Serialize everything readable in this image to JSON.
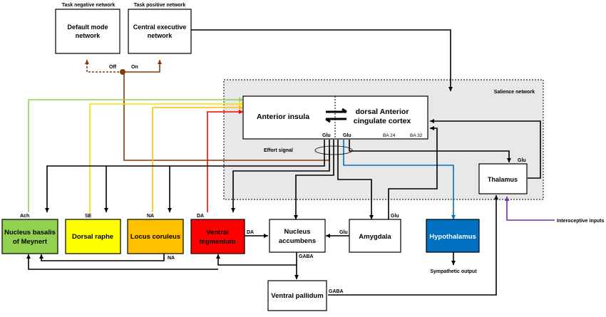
{
  "headers": {
    "task_negative": "Task negative network",
    "task_positive": "Task positive network",
    "salience": "Salience network"
  },
  "nodes": {
    "default_mode": [
      "Default mode",
      "network"
    ],
    "central_executive": [
      "Central executive",
      "network"
    ],
    "anterior_insula": [
      "Anterior insula"
    ],
    "dacc": [
      "dorsal Anterior",
      "cingulate cortex"
    ],
    "thalamus": [
      "Thalamus"
    ],
    "nucleus_basalis": [
      "Nucleus basalis",
      "of Meynert"
    ],
    "dorsal_raphe": [
      "Dorsal raphe"
    ],
    "locus_coruleus": [
      "Locus coruleus"
    ],
    "ventral_tegmentum": [
      "Ventral",
      "tegmentum"
    ],
    "nucleus_accumbens": [
      "Nucleus",
      "accumbens"
    ],
    "amygdala": [
      "Amygdala"
    ],
    "hypothalamus": [
      "Hypothalamus"
    ],
    "ventral_pallidum": [
      "Ventral pallidum"
    ]
  },
  "labels": {
    "off": "Off",
    "on": "On",
    "effort_signal": "Effort signal",
    "glu": "Glu",
    "ba24": "BA 24",
    "ba32": "BA 32",
    "ach": "Ach",
    "se": "SE",
    "na": "NA",
    "da": "DA",
    "gaba": "GABA",
    "interoceptive": "Interoceptive inputs",
    "sympathetic": "Sympathetic output"
  },
  "colors": {
    "green": "#92d050",
    "yellow": "#ffff00",
    "orange": "#ffc000",
    "red": "#ff0000",
    "blue": "#0070c0",
    "brown": "#843c0c",
    "purple": "#7030a0",
    "salience_bg": "#e8e8e8"
  }
}
